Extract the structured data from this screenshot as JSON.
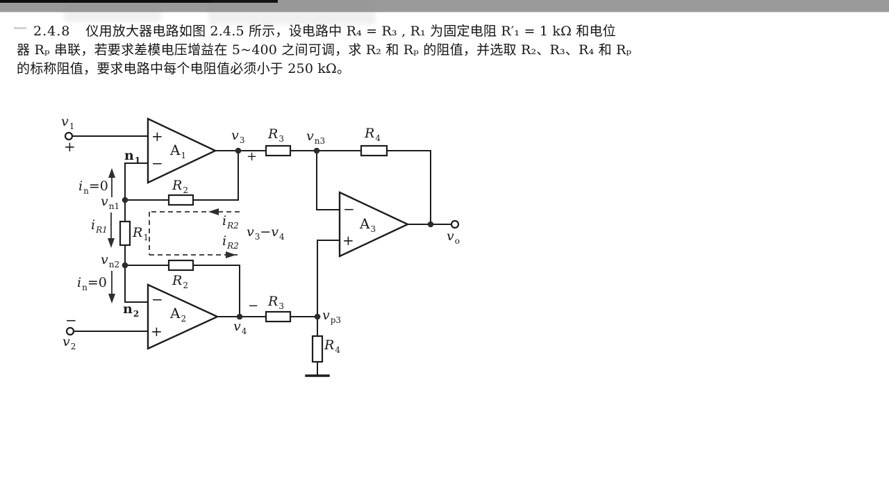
{
  "colors": {
    "ink": "#1c1c1c",
    "paper": "#ffffff",
    "top_bar_gray": "#9a9a9a",
    "top_bar_black": "#0e0e0e",
    "top_bar_edge": "#d4d4d4"
  },
  "problem": {
    "number": "2.4.8",
    "line1": "仪用放大器电路如图 2.4.5 所示，设电路中 R₄ = R₃ , R₁ 为固定电阻 R′₁ = 1 kΩ 和电位",
    "line2": "器 Rₚ 串联，若要求差模电压增益在 5~400 之间可调，求 R₂ 和 Rₚ 的阻值，并选取 R₂、R₃、R₄ 和 Rₚ",
    "line3": "的标称阻值，要求电路中每个电阻值必须小于 250 kΩ。"
  },
  "labels": {
    "v1": {
      "b": "v",
      "s": "1"
    },
    "v2": {
      "b": "v",
      "s": "2"
    },
    "v3": {
      "b": "v",
      "s": "3"
    },
    "v4": {
      "b": "v",
      "s": "4"
    },
    "vo": {
      "b": "v",
      "s": "o"
    },
    "vn1": {
      "b": "v",
      "s": "n1"
    },
    "vn2": {
      "b": "v",
      "s": "n2"
    },
    "vn3": {
      "b": "v",
      "s": "n3"
    },
    "vp3": {
      "b": "v",
      "s": "p3"
    },
    "n1": {
      "b": "n",
      "s": "1"
    },
    "n2": {
      "b": "n",
      "s": "2"
    },
    "a1": {
      "b": "A",
      "s": "1"
    },
    "a2": {
      "b": "A",
      "s": "2"
    },
    "a3": {
      "b": "A",
      "s": "3"
    },
    "r1": {
      "b": "R",
      "s": "1"
    },
    "r2": {
      "b": "R",
      "s": "2"
    },
    "r3": {
      "b": "R",
      "s": "3"
    },
    "r4": {
      "b": "R",
      "s": "4"
    },
    "ir1": {
      "b": "i",
      "s": "R1"
    },
    "ir2": {
      "b": "i",
      "s": "R2"
    },
    "in_zero": {
      "b": "i",
      "s": "n",
      "r": "=0"
    },
    "vdiff": {
      "b1": "v",
      "s1": "3",
      "op": "−",
      "b2": "v",
      "s2": "4"
    },
    "plus": "+",
    "minus": "−"
  }
}
